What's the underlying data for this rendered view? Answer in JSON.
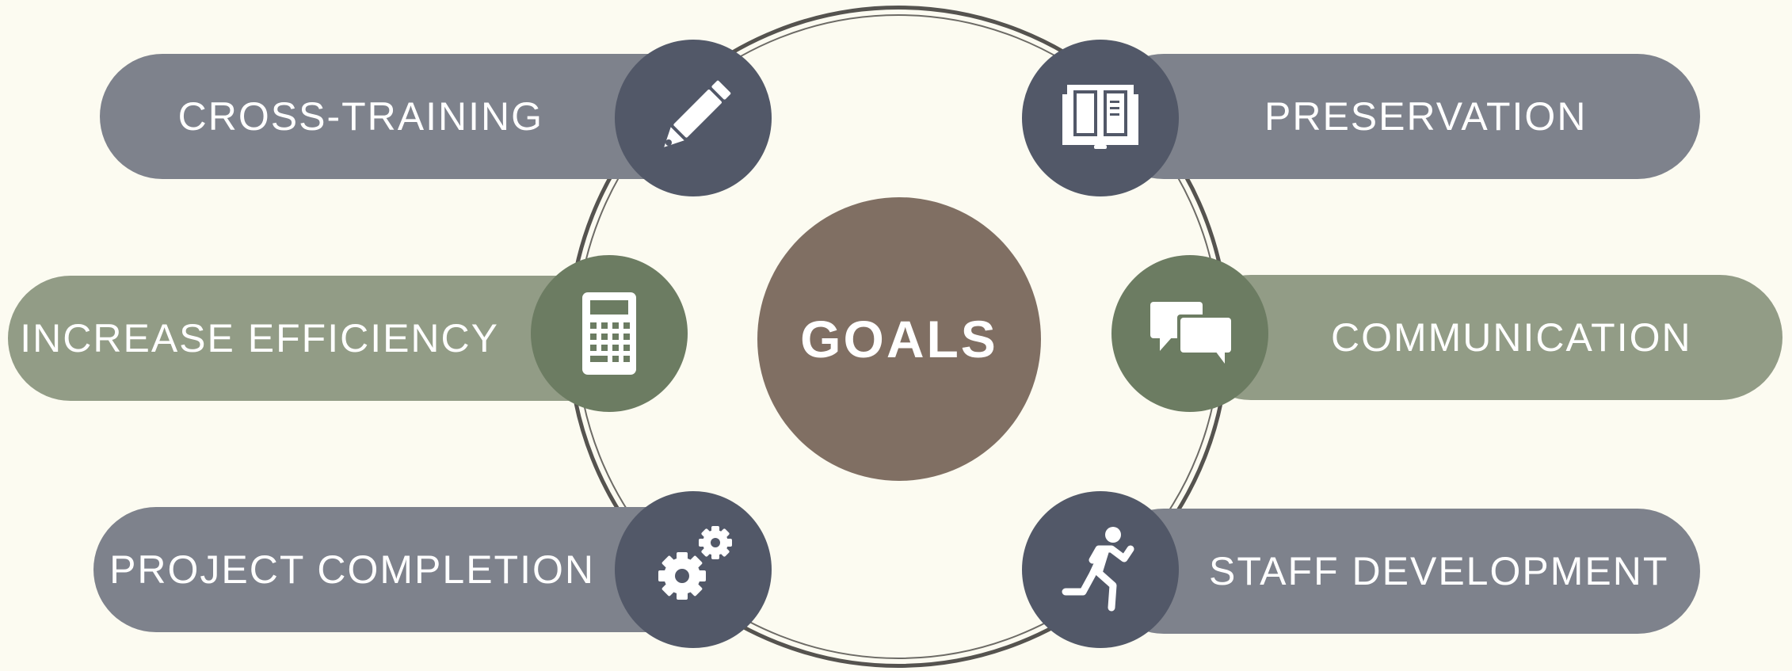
{
  "center": {
    "label": "GOALS",
    "color": "#806f63"
  },
  "colors": {
    "slate_pill": "#7e828c",
    "slate_badge": "#525868",
    "sage_pill": "#929c86",
    "sage_badge": "#6c7c62",
    "ring": "#55534f",
    "background": "#fcfbf1"
  },
  "goals": [
    {
      "label": "CROSS-TRAINING",
      "icon": "pencil-icon"
    },
    {
      "label": "INCREASE EFFICIENCY",
      "icon": "calculator-icon"
    },
    {
      "label": "PROJECT COMPLETION",
      "icon": "gears-icon"
    },
    {
      "label": "PRESERVATION",
      "icon": "book-icon"
    },
    {
      "label": "COMMUNICATION",
      "icon": "speech-bubbles-icon"
    },
    {
      "label": "STAFF DEVELOPMENT",
      "icon": "running-person-icon"
    }
  ]
}
